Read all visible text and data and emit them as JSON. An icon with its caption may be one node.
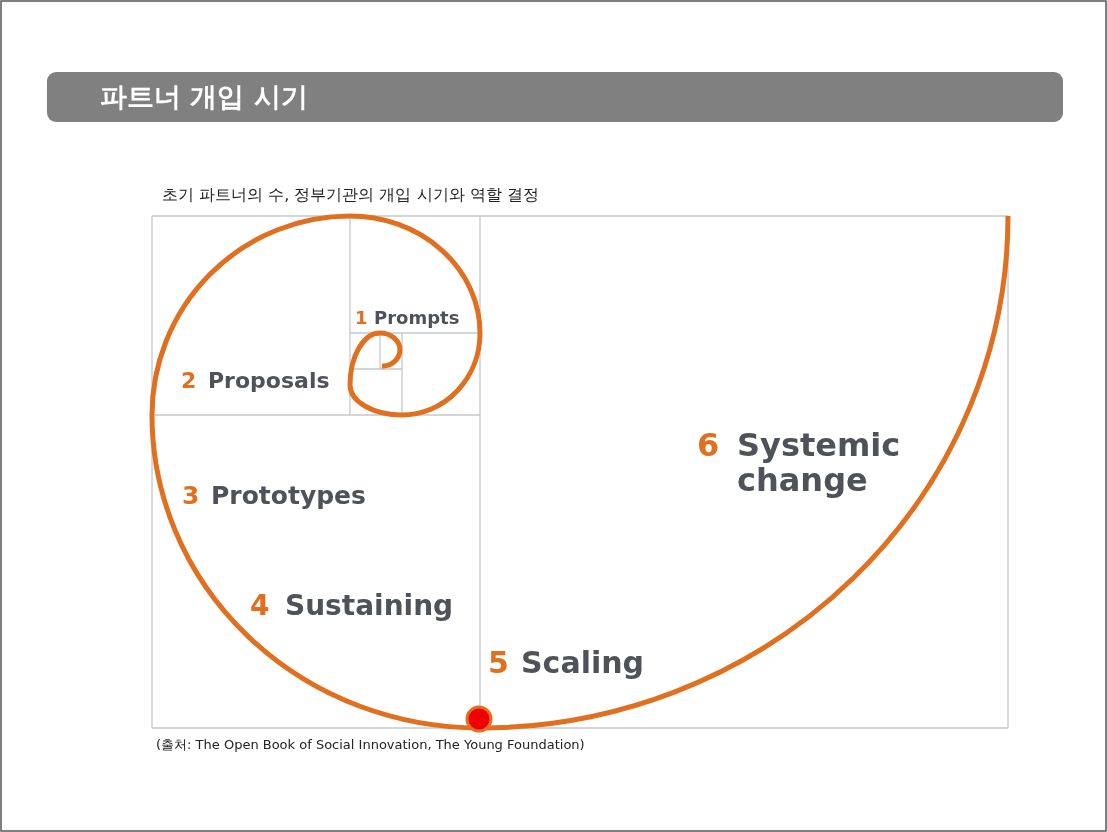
{
  "diagram": {
    "title": "파트너 개입 시기",
    "labels": [
      "초기 파트너의 수, 정부기관의 개입 시기와 역할 결정",
      "1",
      "Prompts",
      "2",
      "Proposals",
      "3",
      "Prototypes",
      "4",
      "Sustaining",
      "5",
      "Scaling",
      "6",
      "Systemic change",
      "(출처: The Open Book of Social Innovation, The Young Foundation)"
    ]
  }
}
